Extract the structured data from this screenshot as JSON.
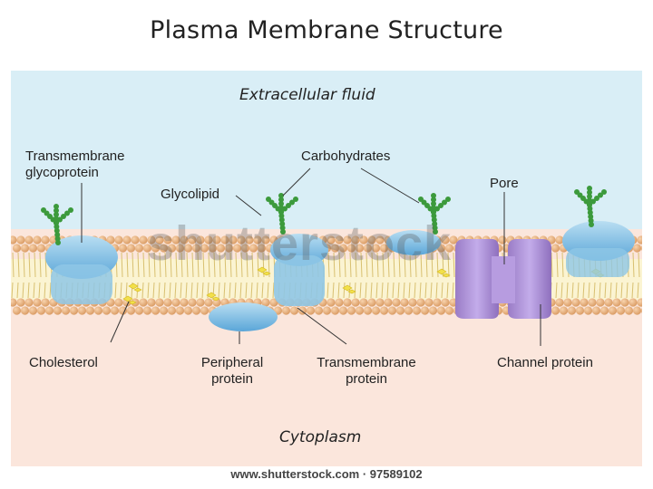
{
  "title": "Plasma Membrane Structure",
  "regions": {
    "extracellular": "Extracellular fluid",
    "cytoplasm": "Cytoplasm"
  },
  "labels": {
    "transmembrane_glycoprotein_line1": "Transmembrane",
    "transmembrane_glycoprotein_line2": "glycoprotein",
    "carbohydrates": "Carbohydrates",
    "glycolipid": "Glycolipid",
    "pore": "Pore",
    "cholesterol": "Cholesterol",
    "peripheral_line1": "Peripheral",
    "peripheral_line2": "protein",
    "transmembrane_line1": "Transmembrane",
    "transmembrane_line2": "protein",
    "channel_protein": "Channel protein"
  },
  "watermark": "shutterstock",
  "footer": "www.shutterstock.com · 97589102",
  "colors": {
    "extracellular_bg": "#d9eef6",
    "cytoplasm_bg": "#fbe6dc",
    "phospholipid_head": "#e8b07e",
    "protein_blue": "#7fbde2",
    "channel_purple": "#a98fd0",
    "carbohydrate_green": "#3c9a3c",
    "cholesterol_yellow": "#f2e04a"
  }
}
